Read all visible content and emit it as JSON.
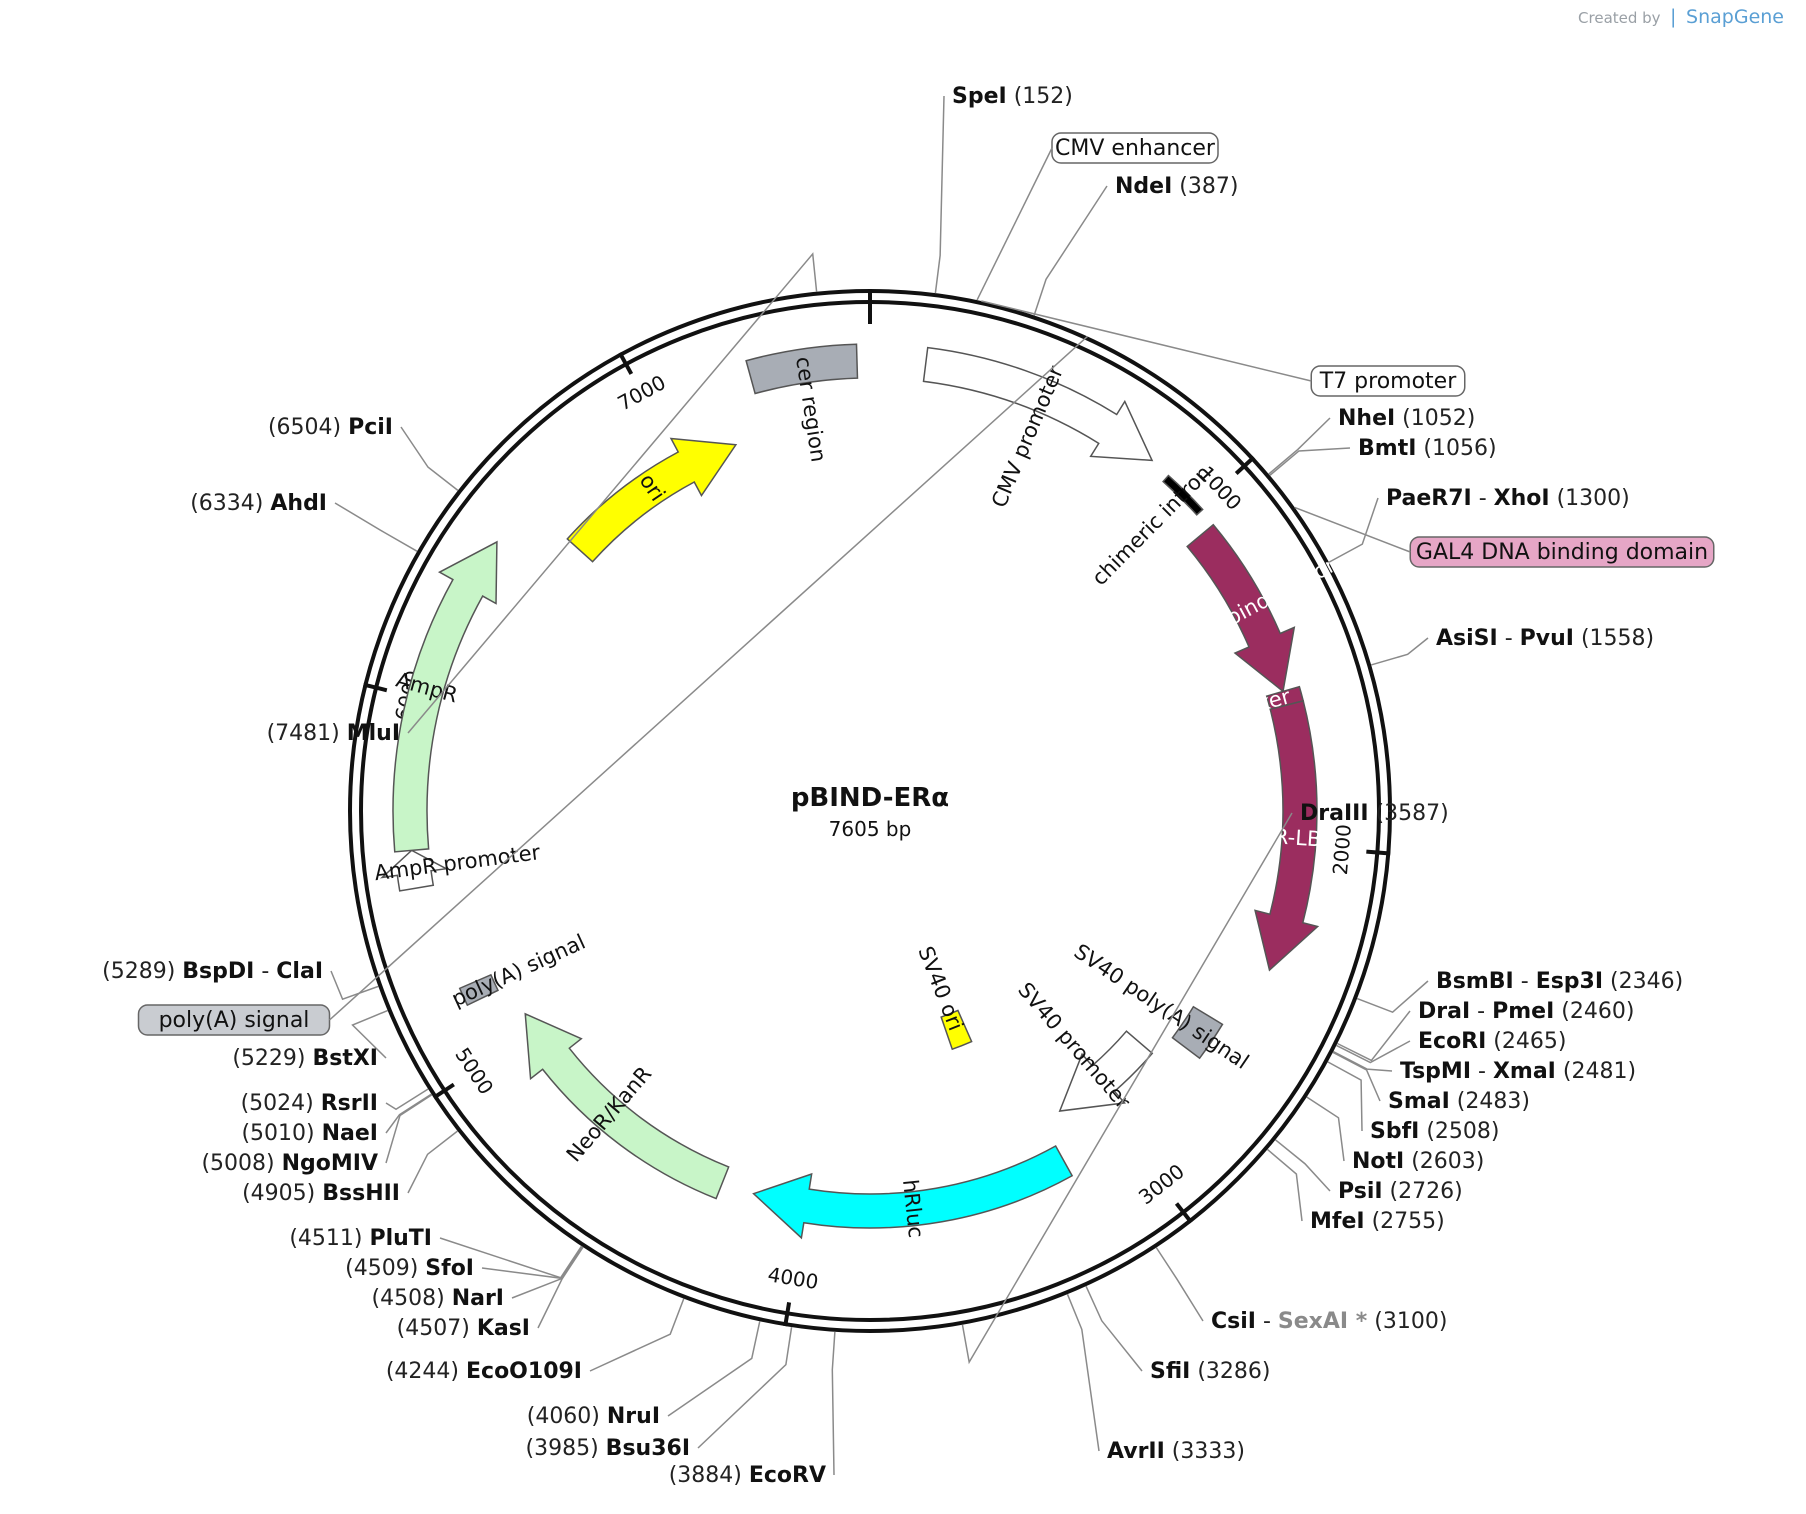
{
  "credit": {
    "created_by": "Created by",
    "brand": "SnapGene"
  },
  "plasmid": {
    "name": "pBIND-ERα",
    "size": "7605 bp",
    "length": 7605
  },
  "ticks": [
    {
      "label": "1000",
      "pos": 1000
    },
    {
      "label": "2000",
      "pos": 2000
    },
    {
      "label": "3000",
      "pos": 3000
    },
    {
      "label": "4000",
      "pos": 4000
    },
    {
      "label": "5000",
      "pos": 5000
    },
    {
      "label": "6000",
      "pos": 6000
    },
    {
      "label": "7000",
      "pos": 7000
    }
  ],
  "features": [
    {
      "name": "cer region",
      "start": 7280,
      "end": 7570,
      "color": "#a8adb5",
      "type": "box"
    },
    {
      "name": "CMV promoter",
      "start": 150,
      "end": 820,
      "color": "#ffffff",
      "type": "arrow"
    },
    {
      "name": "chimeric intron",
      "start": 880,
      "end": 1010,
      "color": "#000000",
      "type": "bar"
    },
    {
      "name": "GAL4 DNA binding domain",
      "start": 1060,
      "end": 1560,
      "color": "#9b2d5f",
      "type": "arrow"
    },
    {
      "name": "IgA linker",
      "start": 1560,
      "end": 1600,
      "color": "#9b2d5f",
      "type": "box"
    },
    {
      "name": "ER-LBD",
      "start": 1600,
      "end": 2360,
      "color": "#9b2d5f",
      "type": "arrow"
    },
    {
      "name": "SV40 poly(A) signal",
      "start": 2560,
      "end": 2680,
      "color": "#a8adb5",
      "type": "box"
    },
    {
      "name": "SV40 ori",
      "start": 3300,
      "end": 3400,
      "color": "#ffff00",
      "type": "box"
    },
    {
      "name": "SV40 promoter",
      "start": 2760,
      "end": 3120,
      "color": "#ffffff",
      "type": "arrow"
    },
    {
      "name": "hRluc",
      "start": 3190,
      "end": 4160,
      "color": "#00ffff",
      "type": "arrow"
    },
    {
      "name": "NeoR/KanR",
      "start": 4260,
      "end": 5060,
      "color": "#c8f5c8",
      "type": "arrow"
    },
    {
      "name": "poly(A) signal",
      "start": 5160,
      "end": 5210,
      "color": "#a8adb5",
      "type": "box"
    },
    {
      "name": "AmpR promoter",
      "start": 5500,
      "end": 5600,
      "color": "#ffffff",
      "type": "arrow"
    },
    {
      "name": "AmpR",
      "start": 5600,
      "end": 6460,
      "color": "#c8f5c8",
      "type": "arrow"
    },
    {
      "name": "ori",
      "start": 6590,
      "end": 7180,
      "color": "#ffff00",
      "type": "arrow"
    }
  ],
  "sites": [
    {
      "names": [
        "MluI"
      ],
      "pos": "(7481)",
      "side": "left",
      "gray": []
    },
    {
      "names": [
        "SpeI"
      ],
      "pos": "(152)",
      "side": "right",
      "gray": []
    },
    {
      "names": [
        "NdeI"
      ],
      "pos": "(387)",
      "side": "right",
      "gray": []
    },
    {
      "names": [
        "NheI"
      ],
      "pos": "(1052)",
      "side": "right",
      "gray": []
    },
    {
      "names": [
        "BmtI"
      ],
      "pos": "(1056)",
      "side": "right",
      "gray": []
    },
    {
      "names": [
        "PaeR7I",
        "XhoI"
      ],
      "pos": "(1300)",
      "side": "right",
      "gray": []
    },
    {
      "names": [
        "AsiSI",
        "PvuI"
      ],
      "pos": "(1558)",
      "side": "right",
      "gray": []
    },
    {
      "names": [
        "BsmBI",
        "Esp3I"
      ],
      "pos": "(2346)",
      "side": "right",
      "gray": []
    },
    {
      "names": [
        "DraI",
        "PmeI"
      ],
      "pos": "(2460)",
      "side": "right",
      "gray": []
    },
    {
      "names": [
        "EcoRI"
      ],
      "pos": "(2465)",
      "side": "right",
      "gray": []
    },
    {
      "names": [
        "TspMI",
        "XmaI"
      ],
      "pos": "(2481)",
      "side": "right",
      "gray": []
    },
    {
      "names": [
        "SmaI"
      ],
      "pos": "(2483)",
      "side": "right",
      "gray": []
    },
    {
      "names": [
        "SbfI"
      ],
      "pos": "(2508)",
      "side": "right",
      "gray": []
    },
    {
      "names": [
        "NotI"
      ],
      "pos": "(2603)",
      "side": "right",
      "gray": []
    },
    {
      "names": [
        "PsiI"
      ],
      "pos": "(2726)",
      "side": "right",
      "gray": []
    },
    {
      "names": [
        "MfeI"
      ],
      "pos": "(2755)",
      "side": "right",
      "gray": []
    },
    {
      "names": [
        "CsiI",
        "SexAI *"
      ],
      "pos": "(3100)",
      "side": "right",
      "gray": [
        "SexAI *"
      ]
    },
    {
      "names": [
        "SfiI"
      ],
      "pos": "(3286)",
      "side": "right",
      "gray": []
    },
    {
      "names": [
        "AvrII"
      ],
      "pos": "(3333)",
      "side": "right",
      "gray": []
    },
    {
      "names": [
        "DraIII"
      ],
      "pos": "(3587)",
      "side": "right",
      "gray": []
    },
    {
      "names": [
        "EcoRV"
      ],
      "pos": "(3884)",
      "side": "left",
      "gray": []
    },
    {
      "names": [
        "Bsu36I"
      ],
      "pos": "(3985)",
      "side": "left",
      "gray": []
    },
    {
      "names": [
        "NruI"
      ],
      "pos": "(4060)",
      "side": "left",
      "gray": []
    },
    {
      "names": [
        "EcoO109I"
      ],
      "pos": "(4244)",
      "side": "left",
      "gray": []
    },
    {
      "names": [
        "KasI"
      ],
      "pos": "(4507)",
      "side": "left",
      "gray": []
    },
    {
      "names": [
        "NarI"
      ],
      "pos": "(4508)",
      "side": "left",
      "gray": []
    },
    {
      "names": [
        "SfoI"
      ],
      "pos": "(4509)",
      "side": "left",
      "gray": []
    },
    {
      "names": [
        "PluTI"
      ],
      "pos": "(4511)",
      "side": "left",
      "gray": []
    },
    {
      "names": [
        "BssHII"
      ],
      "pos": "(4905)",
      "side": "left",
      "gray": []
    },
    {
      "names": [
        "NgoMIV"
      ],
      "pos": "(5008)",
      "side": "left",
      "gray": []
    },
    {
      "names": [
        "NaeI"
      ],
      "pos": "(5010)",
      "side": "left",
      "gray": []
    },
    {
      "names": [
        "RsrII"
      ],
      "pos": "(5024)",
      "side": "left",
      "gray": []
    },
    {
      "names": [
        "BstXI"
      ],
      "pos": "(5229)",
      "side": "left",
      "gray": []
    },
    {
      "names": [
        "BspDI",
        "ClaI"
      ],
      "pos": "(5289)",
      "side": "left",
      "gray": []
    },
    {
      "names": [
        "AhdI"
      ],
      "pos": "(6334)",
      "side": "left",
      "gray": []
    },
    {
      "names": [
        "PciI"
      ],
      "pos": "(6504)",
      "side": "left",
      "gray": []
    }
  ],
  "callouts": [
    {
      "name": "CMV enhancer",
      "fill": "#ffffff"
    },
    {
      "name": "T7 promoter",
      "fill": "#ffffff"
    },
    {
      "name": "GAL4 DNA binding domain",
      "fill": "#e6a6c6"
    },
    {
      "name": "poly(A) signal",
      "fill": "#c9ccd1"
    }
  ]
}
